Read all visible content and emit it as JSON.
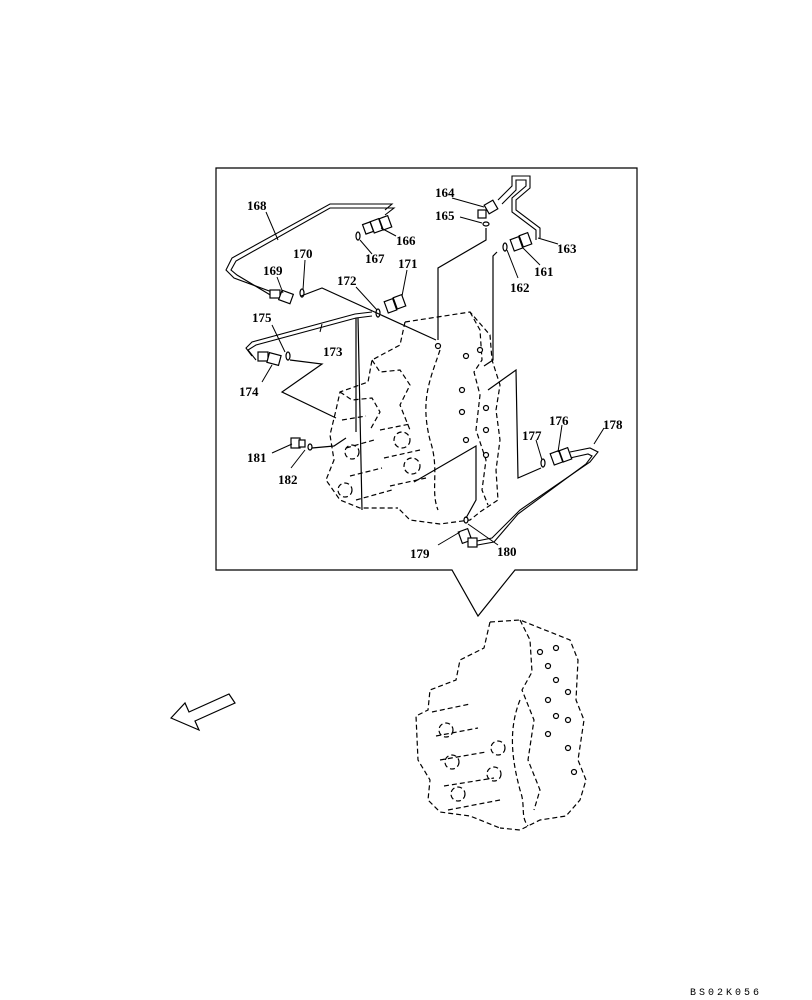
{
  "parts": {
    "p161": "161",
    "p162": "162",
    "p163": "163",
    "p164": "164",
    "p165": "165",
    "p166": "166",
    "p167": "167",
    "p168": "168",
    "p169": "169",
    "p170": "170",
    "p171": "171",
    "p172": "172",
    "p173": "173",
    "p174": "174",
    "p175": "175",
    "p176": "176",
    "p177": "177",
    "p178": "178",
    "p179": "179",
    "p180": "180",
    "p181": "181",
    "p182": "182"
  },
  "reference_code": "BS02K056"
}
